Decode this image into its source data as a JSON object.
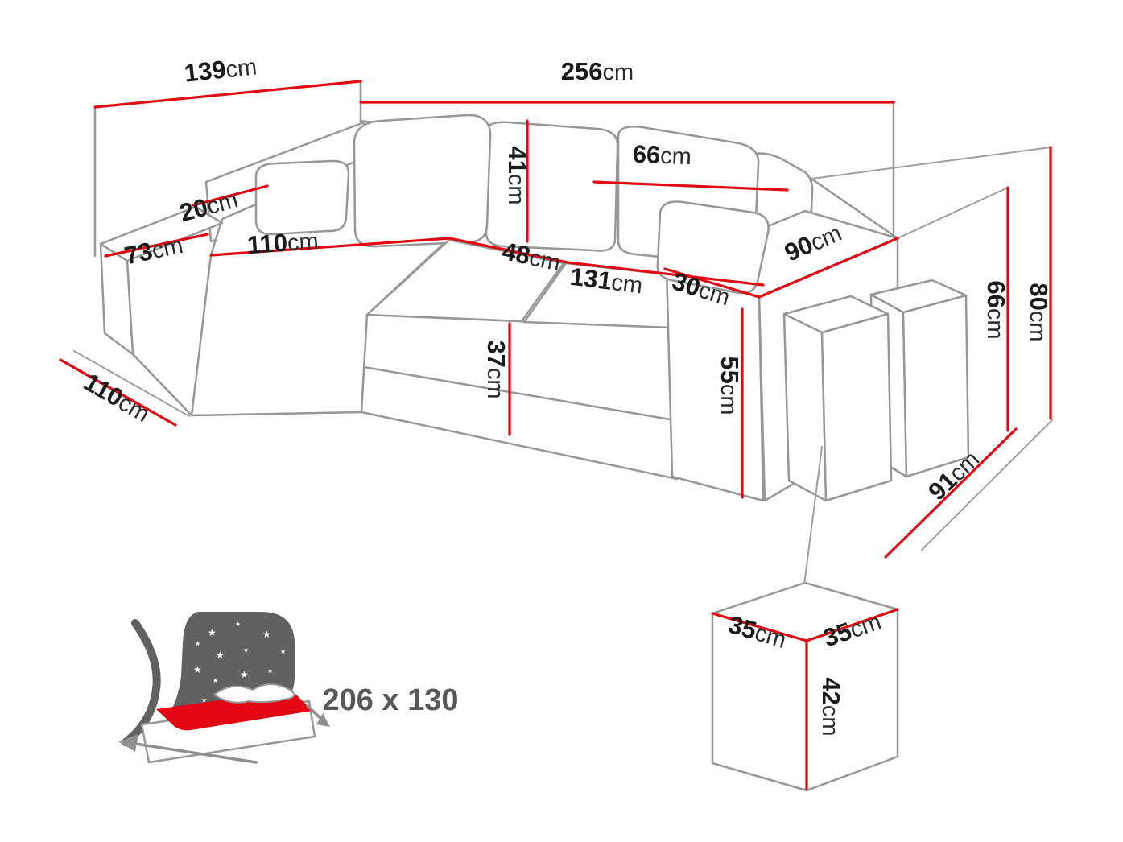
{
  "title": "Corner sofa dimension diagram",
  "unit": "cm",
  "colors": {
    "dimension_red": "#e30613",
    "outline_gray": "#979797",
    "label_black": "#1a1a1a",
    "bed_text_gray": "#58585a",
    "headboard_gray": "#616161",
    "mattress_red": "#e30613"
  },
  "icons": {
    "star": "★"
  },
  "dims": {
    "wall_left": {
      "value": "139",
      "unit": "cm"
    },
    "wall_back": {
      "value": "256",
      "unit": "cm"
    },
    "back_depth": {
      "value": "20",
      "unit": "cm"
    },
    "arm_top": {
      "value": "73",
      "unit": "cm"
    },
    "chaise_seat": {
      "value": "110",
      "unit": "cm"
    },
    "cushion_height": {
      "value": "41",
      "unit": "cm"
    },
    "cushion_width": {
      "value": "66",
      "unit": "cm"
    },
    "corner_seat": {
      "value": "48",
      "unit": "cm"
    },
    "seat_width": {
      "value": "131",
      "unit": "cm"
    },
    "armrest_top": {
      "value": "30",
      "unit": "cm"
    },
    "armrest_length": {
      "value": "90",
      "unit": "cm"
    },
    "seat_height": {
      "value": "37",
      "unit": "cm"
    },
    "armrest_height": {
      "value": "55",
      "unit": "cm"
    },
    "chaise_depth": {
      "value": "110",
      "unit": "cm"
    },
    "height_to_armrest": {
      "value": "66",
      "unit": "cm"
    },
    "height_total": {
      "value": "80",
      "unit": "cm"
    },
    "depth_right": {
      "value": "91",
      "unit": "cm"
    },
    "pouf_width": {
      "value": "35",
      "unit": "cm"
    },
    "pouf_depth": {
      "value": "35",
      "unit": "cm"
    },
    "pouf_height": {
      "value": "42",
      "unit": "cm"
    }
  },
  "bed": {
    "sleeping_area": "206 x 130"
  }
}
